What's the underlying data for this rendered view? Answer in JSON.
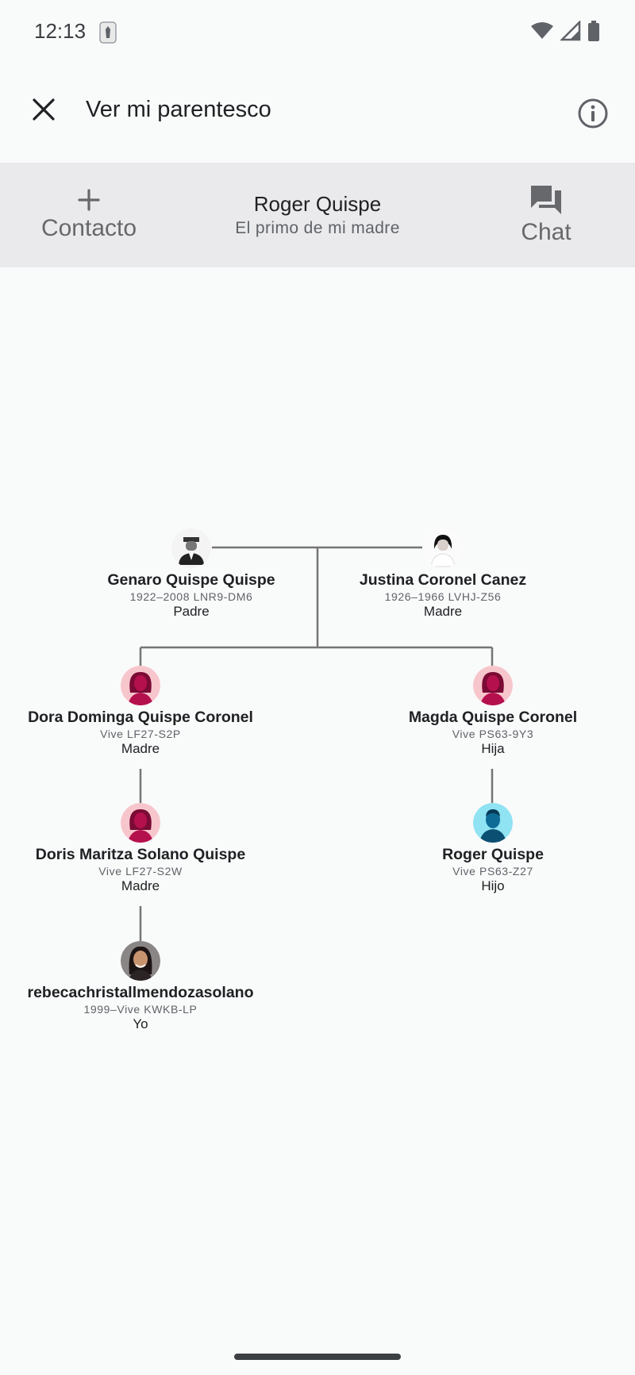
{
  "status": {
    "time": "12:13"
  },
  "appbar": {
    "title": "Ver mi parentesco"
  },
  "actions": {
    "contact_label": "Contacto",
    "chat_label": "Chat",
    "person_name": "Roger Quispe",
    "relationship": "El primo de mi madre"
  },
  "tree": {
    "genaro": {
      "name": "Genaro Quispe Quispe",
      "meta": "1922–2008  LNR9-DM6",
      "rel": "Padre"
    },
    "justina": {
      "name": "Justina Coronel Canez",
      "meta": "1926–1966  LVHJ-Z56",
      "rel": "Madre"
    },
    "dora": {
      "name": "Dora Dominga Quispe Coronel",
      "meta": "Vive  LF27-S2P",
      "rel": "Madre"
    },
    "magda": {
      "name": "Magda Quispe Coronel",
      "meta": "Vive  PS63-9Y3",
      "rel": "Hija"
    },
    "doris": {
      "name": "Doris Maritza Solano Quispe",
      "meta": "Vive  LF27-S2W",
      "rel": "Madre"
    },
    "roger": {
      "name": "Roger Quispe",
      "meta": "Vive  PS63-Z27",
      "rel": "Hijo"
    },
    "rebeca": {
      "name": "rebecachristallmendozasolano",
      "meta": "1999–Vive  KWKB-LP",
      "rel": "Yo"
    }
  },
  "colors": {
    "female_bg": "#f7c6cc",
    "female_fg": "#b5104e",
    "male_bg": "#8fe3f2",
    "male_fg": "#0b4f73",
    "line": "#757575"
  }
}
